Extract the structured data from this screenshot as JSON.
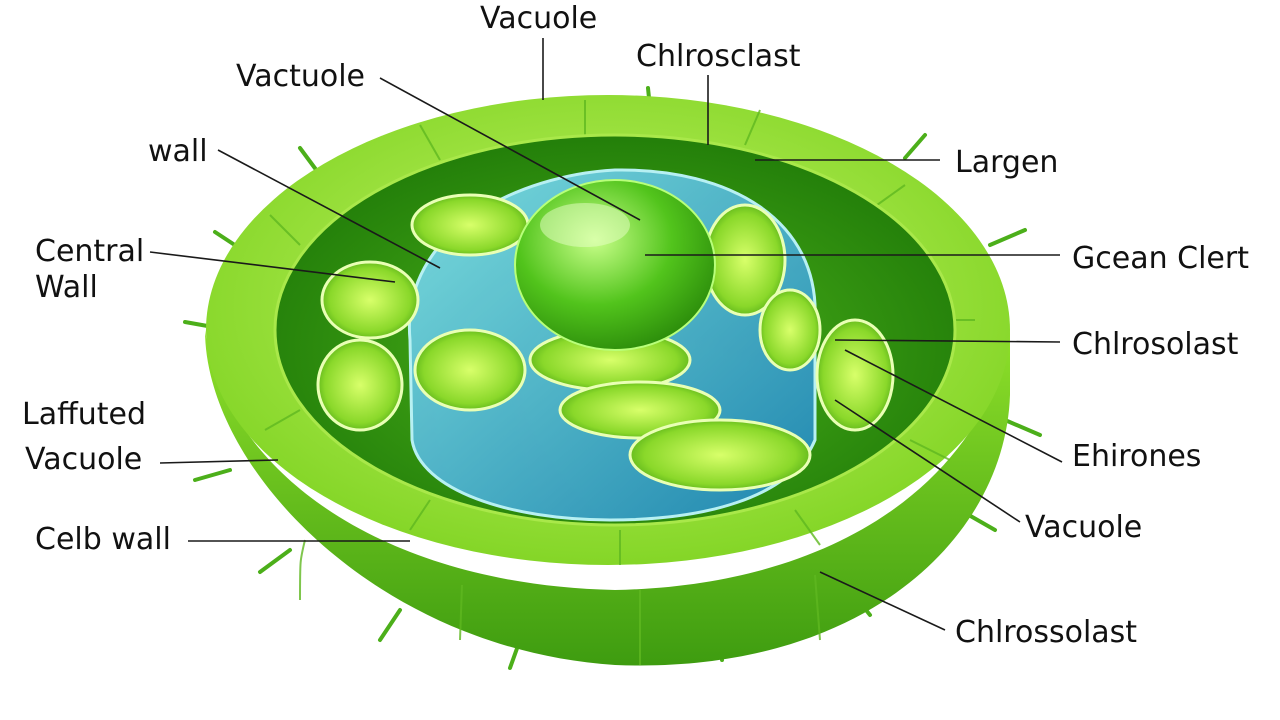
{
  "diagram": {
    "labels": {
      "top_vacuole": "Vacuole",
      "top_vactuole": "Vactuole",
      "top_chlrosclast": "Chlrosclast",
      "wall": "wall",
      "central_wall_1": "Central",
      "central_wall_2": "Wall",
      "laffuted_1": "Laffuted",
      "laffuted_2": "Vacuole",
      "celb_wall": "Celb wall",
      "largen": "Largen",
      "gcean_clert": "Gcean Clert",
      "chlrosolast": "Chlrosolast",
      "ehirones": "Ehirones",
      "right_vacuole": "Vacuole",
      "chlrossolast": "Chlrossolast"
    },
    "colors": {
      "outer_wall": "#7ed321",
      "wall_dark": "#3f9f12",
      "cytoplasm": "#2f8f0e",
      "vacuole_blue": "#3fa9c9",
      "nucleus": "#5bd12a",
      "chloroplast": "#9be22e"
    }
  }
}
